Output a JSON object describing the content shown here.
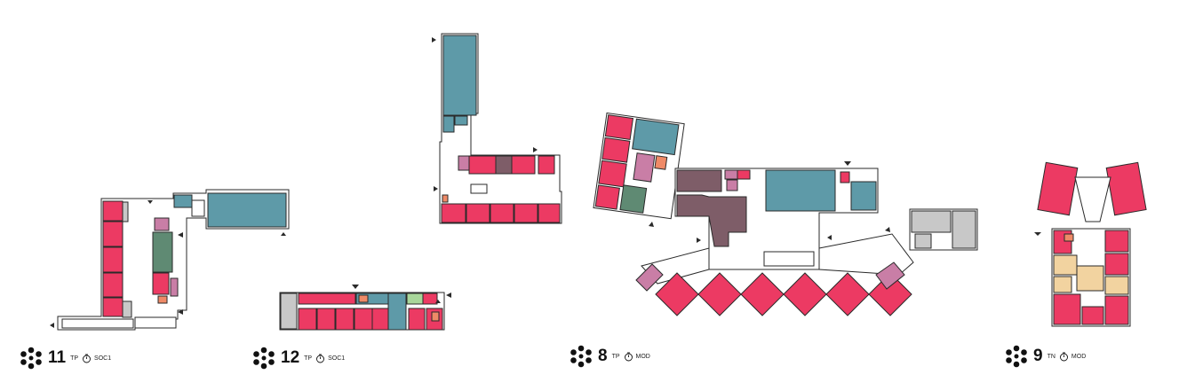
{
  "colors": {
    "classroom": "#ec3a63",
    "hall": "#5e9aa8",
    "green": "#5f8a73",
    "brown": "#7e5d68",
    "mauve": "#c97ea6",
    "orange": "#ef8a67",
    "tan": "#f2d3a0",
    "gray": "#c8c8c8",
    "lightgreen": "#a8d69a",
    "outline": "#2a2a2a"
  },
  "buildings": [
    {
      "number": "11",
      "type": "TP",
      "schedule": "SOC1"
    },
    {
      "number": "12",
      "type": "TP",
      "schedule": "SOC1"
    },
    {
      "number": "8",
      "type": "TP",
      "schedule": "MOD"
    },
    {
      "number": "9",
      "type": "TN",
      "schedule": "MOD"
    }
  ]
}
